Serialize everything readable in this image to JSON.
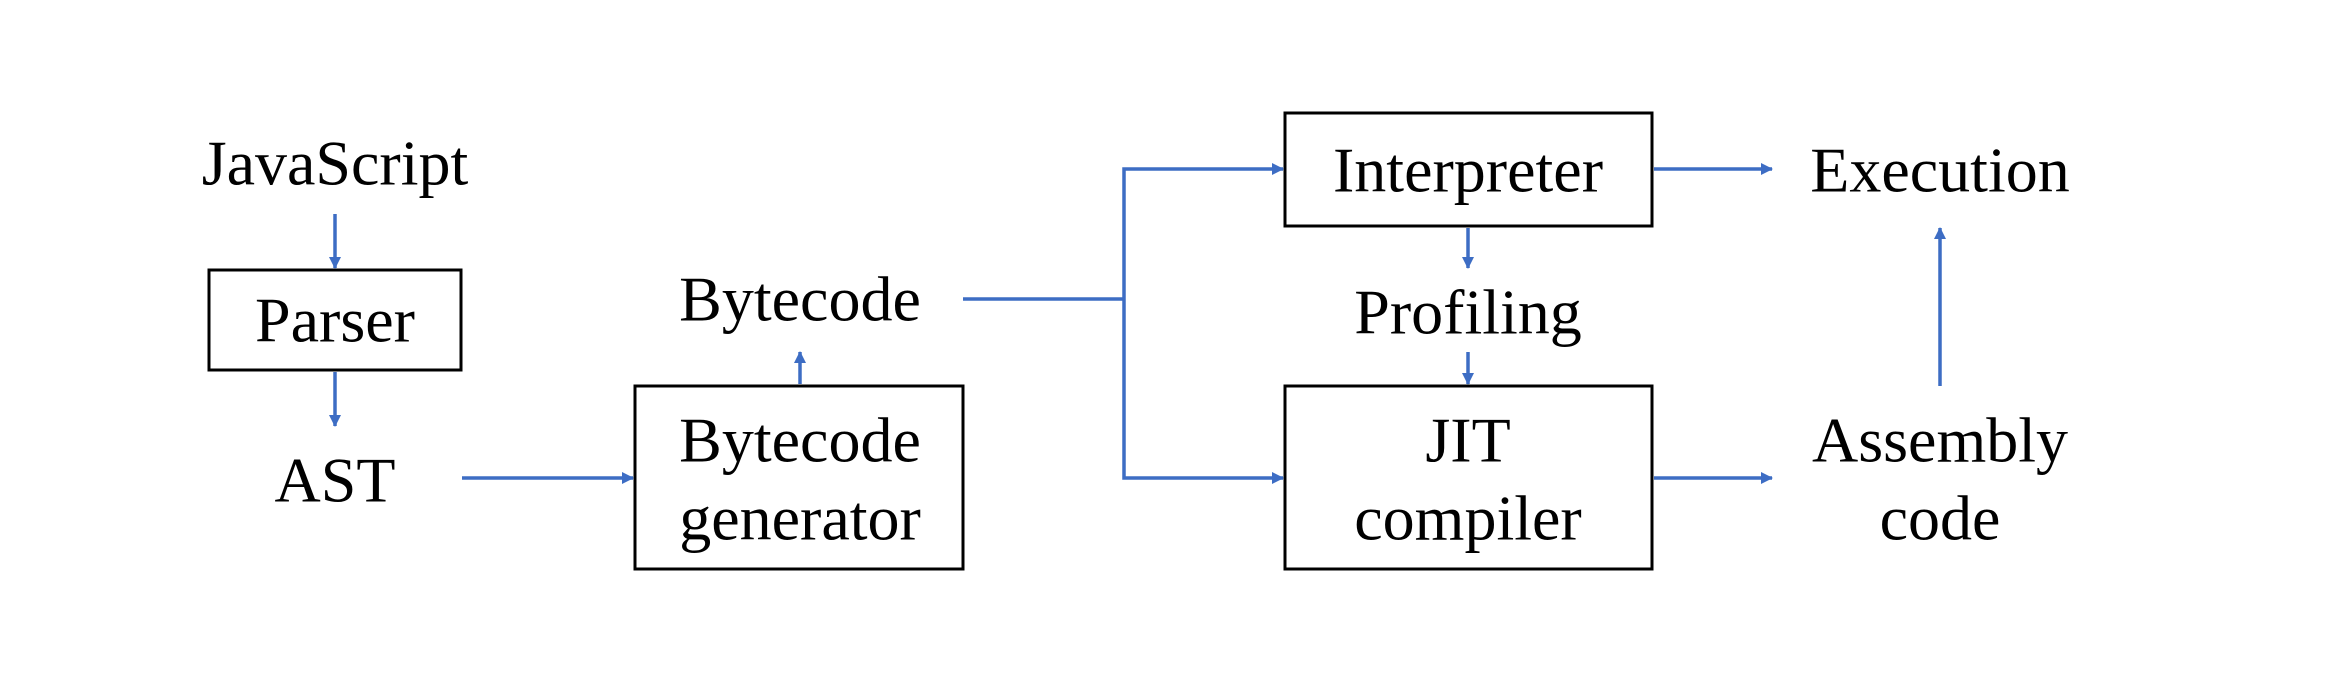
{
  "diagram": {
    "nodes": {
      "javascript": {
        "label": "JavaScript"
      },
      "parser": {
        "label": "Parser"
      },
      "ast": {
        "label": "AST"
      },
      "bytecode_generator": {
        "line1": "Bytecode",
        "line2": "generator"
      },
      "bytecode": {
        "label": "Bytecode"
      },
      "interpreter": {
        "label": "Interpreter"
      },
      "profiling": {
        "label": "Profiling"
      },
      "jit_compiler": {
        "line1": "JIT",
        "line2": "compiler"
      },
      "execution": {
        "label": "Execution"
      },
      "assembly_code": {
        "line1": "Assembly",
        "line2": "code"
      }
    },
    "edges": [
      {
        "from": "javascript",
        "to": "parser"
      },
      {
        "from": "parser",
        "to": "ast"
      },
      {
        "from": "ast",
        "to": "bytecode_generator"
      },
      {
        "from": "bytecode_generator",
        "to": "bytecode"
      },
      {
        "from": "bytecode",
        "to": "interpreter"
      },
      {
        "from": "bytecode",
        "to": "jit_compiler"
      },
      {
        "from": "interpreter",
        "to": "execution"
      },
      {
        "from": "interpreter",
        "to": "profiling"
      },
      {
        "from": "profiling",
        "to": "jit_compiler"
      },
      {
        "from": "jit_compiler",
        "to": "assembly_code"
      },
      {
        "from": "assembly_code",
        "to": "execution"
      }
    ],
    "colors": {
      "arrow": "#3D6DC4",
      "box_border": "#000000",
      "text": "#000000"
    }
  }
}
